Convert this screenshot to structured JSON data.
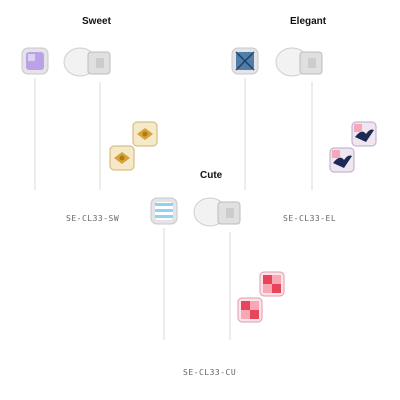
{
  "products": [
    {
      "id": "sweet",
      "title": "Sweet",
      "model": "SE-CL33-SW",
      "gem_color": "#b9a3e6",
      "gem_color_dark": "#8f73cf",
      "charm_theme": "gold-bow",
      "charm_color": "#d8a23a"
    },
    {
      "id": "elegant",
      "title": "Elegant",
      "model": "SE-CL33-EL",
      "gem_color": "#4f7fa8",
      "gem_color_dark": "#1f3f66",
      "charm_theme": "swallow",
      "charm_color": "#1c2b55"
    },
    {
      "id": "cute",
      "title": "Cute",
      "model": "SE-CL33-CU",
      "gem_color": "#8fd3f0",
      "gem_color_dark": "#5ab6e0",
      "charm_theme": "pink-check",
      "charm_color": "#e8445a"
    }
  ]
}
